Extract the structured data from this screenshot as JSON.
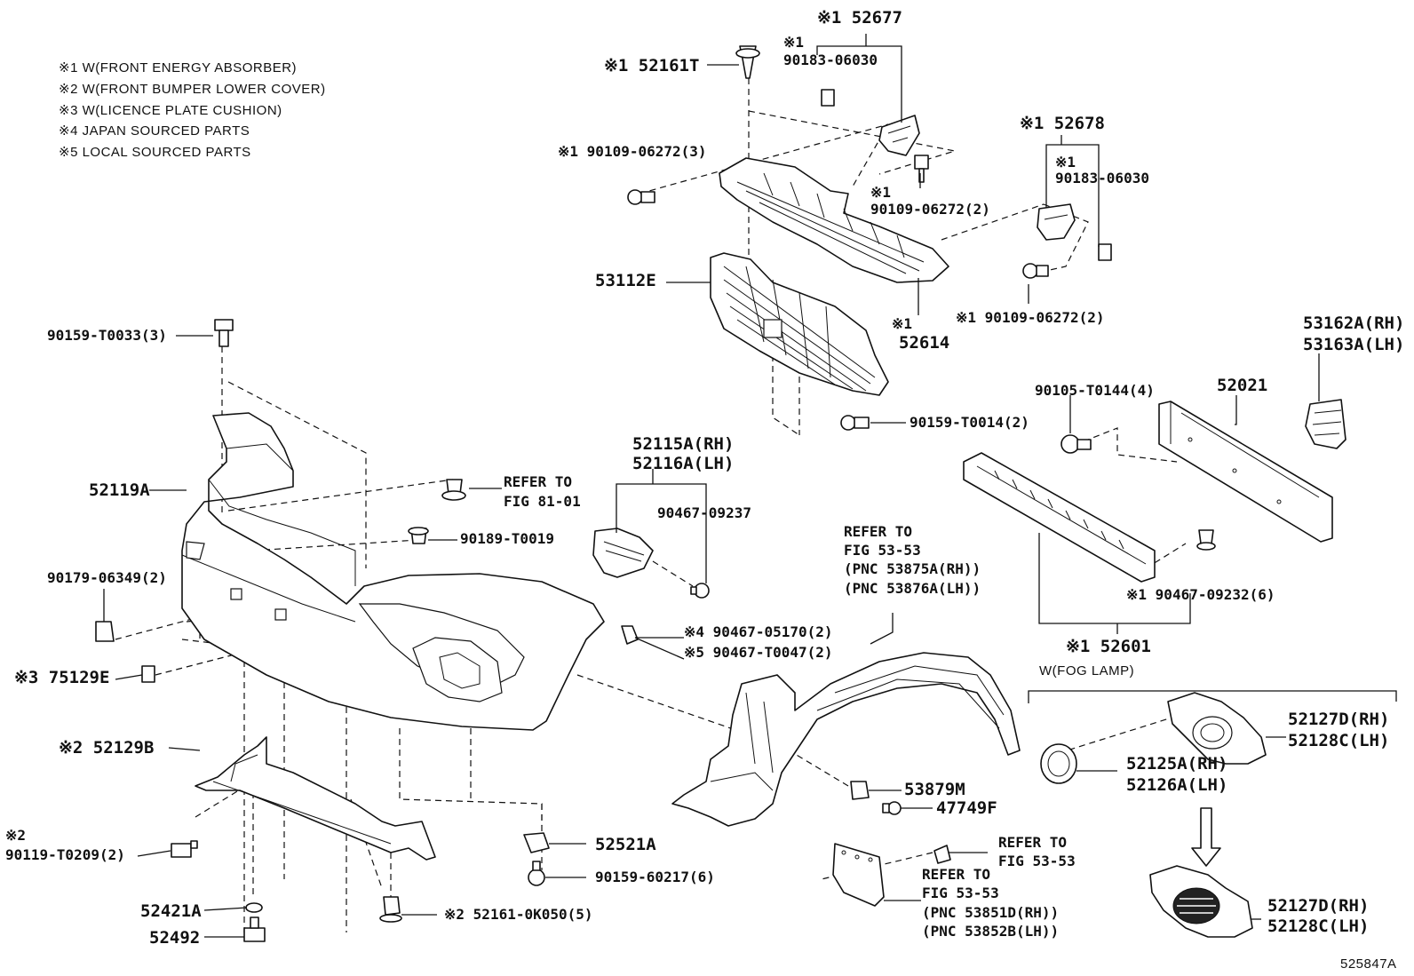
{
  "legend": [
    "※1 W(FRONT ENERGY ABSORBER)",
    "※2 W(FRONT BUMPER LOWER COVER)",
    "※3 W(LICENCE PLATE CUSHION)",
    "※4 JAPAN SOURCED PARTS",
    "※5 LOCAL SOURCED PARTS"
  ],
  "labels": {
    "p52677": "※1 52677",
    "p90183a_mark": "※1",
    "p90183a": "90183-06030",
    "p52161T": "※1 52161T",
    "p90109a": "※1 90109-06272(3)",
    "p90109b_mark": "※1",
    "p90109b": "90109-06272(2)",
    "p52678": "※1 52678",
    "p90183b_mark": "※1",
    "p90183b": "90183-06030",
    "p53112E": "53112E",
    "p52614_mark": "※1",
    "p52614": "52614",
    "p90109c": "※1 90109-06272(2)",
    "p90159T0033": "90159-T0033(3)",
    "p53162A": "53162A(RH)",
    "p53163A": "53163A(LH)",
    "p90105": "90105-T0144(4)",
    "p52021": "52021",
    "p90159T0014": "90159-T0014(2)",
    "p52115A": "52115A(RH)",
    "p52116A": "52116A(LH)",
    "p52119A": "52119A",
    "refer81_1": "REFER TO",
    "refer81_2": "FIG 81-01",
    "p90467_09237": "90467-09237",
    "p90189": "90189-T0019",
    "refer5353a_1": "REFER TO",
    "refer5353a_2": "FIG 53-53",
    "refer5353a_3": "(PNC 53875A(RH))",
    "refer5353a_4": "(PNC 53876A(LH))",
    "p90179": "90179-06349(2)",
    "p90467_09232": "※1 90467-09232(6)",
    "p90467_05170": "※4 90467-05170(2)",
    "p90467_T0047": "※5 90467-T0047(2)",
    "p52601": "※1 52601",
    "fog": "W(FOG LAMP)",
    "p75129E": "※3 75129E",
    "p52127D_a": "52127D(RH)",
    "p52128C_a": "52128C(LH)",
    "p52125A": "52125A(RH)",
    "p52126A": "52126A(LH)",
    "p52129B": "※2 52129B",
    "p53879M": "53879M",
    "p47749F": "47749F",
    "p90119_mark": "※2",
    "p90119": "90119-T0209(2)",
    "p52521A": "52521A",
    "refer5353b_1": "REFER TO",
    "refer5353b_2": "FIG 53-53",
    "p90159_60217": "90159-60217(6)",
    "refer5353c_1": "REFER TO",
    "refer5353c_2": "FIG 53-53",
    "refer5353c_3": "(PNC 53851D(RH))",
    "refer5353c_4": "(PNC 53852B(LH))",
    "p52421A": "52421A",
    "p52161_0K050": "※2 52161-0K050(5)",
    "p52492": "52492",
    "p52127D_b": "52127D(RH)",
    "p52128C_b": "52128C(LH)",
    "figure_id": "525847A"
  }
}
